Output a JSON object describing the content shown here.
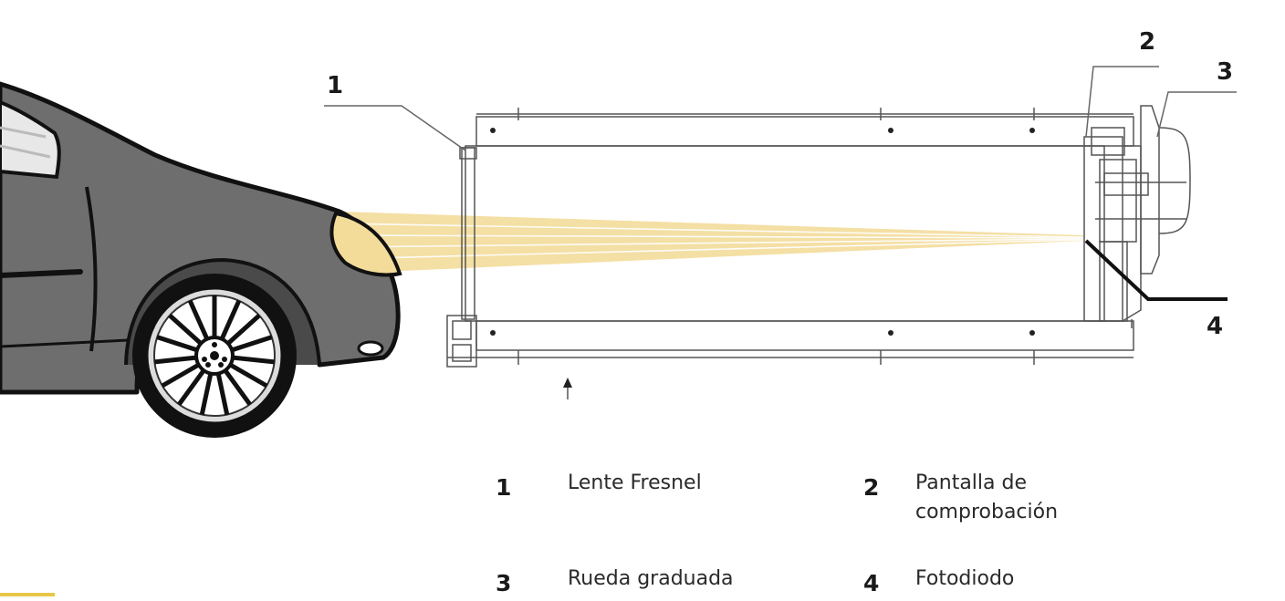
{
  "callouts": {
    "c1": "1",
    "c2": "2",
    "c3": "3",
    "c4": "4"
  },
  "legend": [
    {
      "number": "1",
      "label": "Lente Fresnel"
    },
    {
      "number": "2",
      "label": "Pantalla de comprobación"
    },
    {
      "number": "3",
      "label": "Rueda graduada"
    },
    {
      "number": "4",
      "label": "Fotodiodo"
    }
  ],
  "colors": {
    "car_body": "#6e6e6e",
    "beam": "#f3dc9a",
    "outline": "#111111",
    "drawing": "#555555",
    "accent": "#e8c64a"
  }
}
